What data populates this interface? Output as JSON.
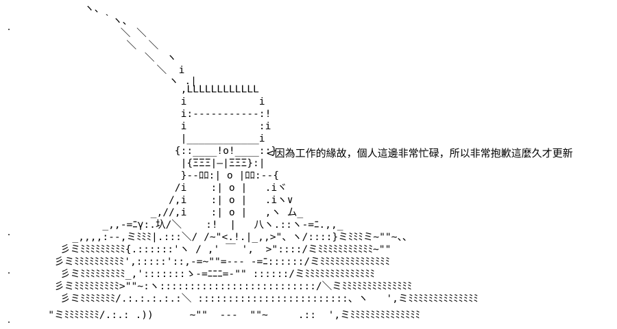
{
  "art": {
    "lines": [
      "              ヽ、",
      "                 ｀ヽ、",
      "                    ＼ ＼",
      "                     ＼  ＼",
      "                        ＼  ヽ",
      "                          ＼  i",
      "                            ヽ .|",
      "                              ,LLLLLLLLLLLL",
      "                              i            i",
      "                              i:-----------:!",
      "                              i            :i",
      "                              |____________i",
      "                             {::____!o!____::}",
      "                              |{ΞΞΞ|―|ΞΞΞ}:|",
      "                              }--ﾛﾛ:| o |ﾛﾛ:--{",
      "                             /i    :| o |   .iヾ",
      "                            /,i    :| o |   .iヽ∨",
      "                         _,//,i    :| o |   ,ヽ ム_",
      "                 _,,-=ﾆγ:.圦/＼    :!  |   八ヽ.::ヽ-=ﾆ.,,_",
      "            _,,,,:--,ミﾐﾐﾐ|.:::＼/ /~\"<.!.|_,,>\"、ヽ/::::}ミﾐﾐﾐミ~\"\"~、、",
      "          彡ミﾐﾐﾐﾐﾐﾐﾐﾐﾐ{.::::::'ヽ / ,' ￣ ',  >\"::::/ミﾐﾐﾐﾐﾐﾐﾐﾐﾐﾐﾐ~\"\"",
      "         彡ミﾐﾐﾐﾐﾐﾐﾐﾐﾐﾐ',:::::'::,-=~\"\"=--- -=ﾆ::::::/ミﾐﾐﾐﾐﾐﾐﾐﾐﾐﾐﾐﾐﾐﾐ",
      "          彡ミﾐﾐﾐﾐﾐﾐﾐﾐﾐ_,':::::::ゝ-=ﾆﾆﾆ=-\"\" ::::::/ミﾐﾐﾐﾐﾐﾐﾐﾐﾐﾐﾐﾐﾐﾐ",
      "         彡ミﾐﾐﾐﾐﾐﾐﾐﾐﾐ>\"\"~:ヽ::::::::::::::::::::::::::/＼ミﾐﾐﾐﾐﾐﾐﾐﾐﾐﾐﾐﾐﾐﾐ",
      "          彡ミﾐﾐﾐﾐﾐﾐﾐ/.:.:.:.:.:＼ :::::::::::::::::::::::::、ヽ   ',ミﾐﾐﾐﾐﾐﾐﾐﾐﾐﾐﾐﾐﾐﾐ",
      "        \"ミﾐﾐﾐﾐﾐﾐﾐ/.:.: .))      ~\"\"  ---  \"\"~     .::  ',ミﾐﾐﾐﾐﾐﾐﾐﾐﾐﾐﾐﾐﾐﾐ"
    ]
  },
  "speech": {
    "text": "<因為工作的緣故，個人這邊非常忙碌，所以非常抱歉這麼久才更新"
  }
}
